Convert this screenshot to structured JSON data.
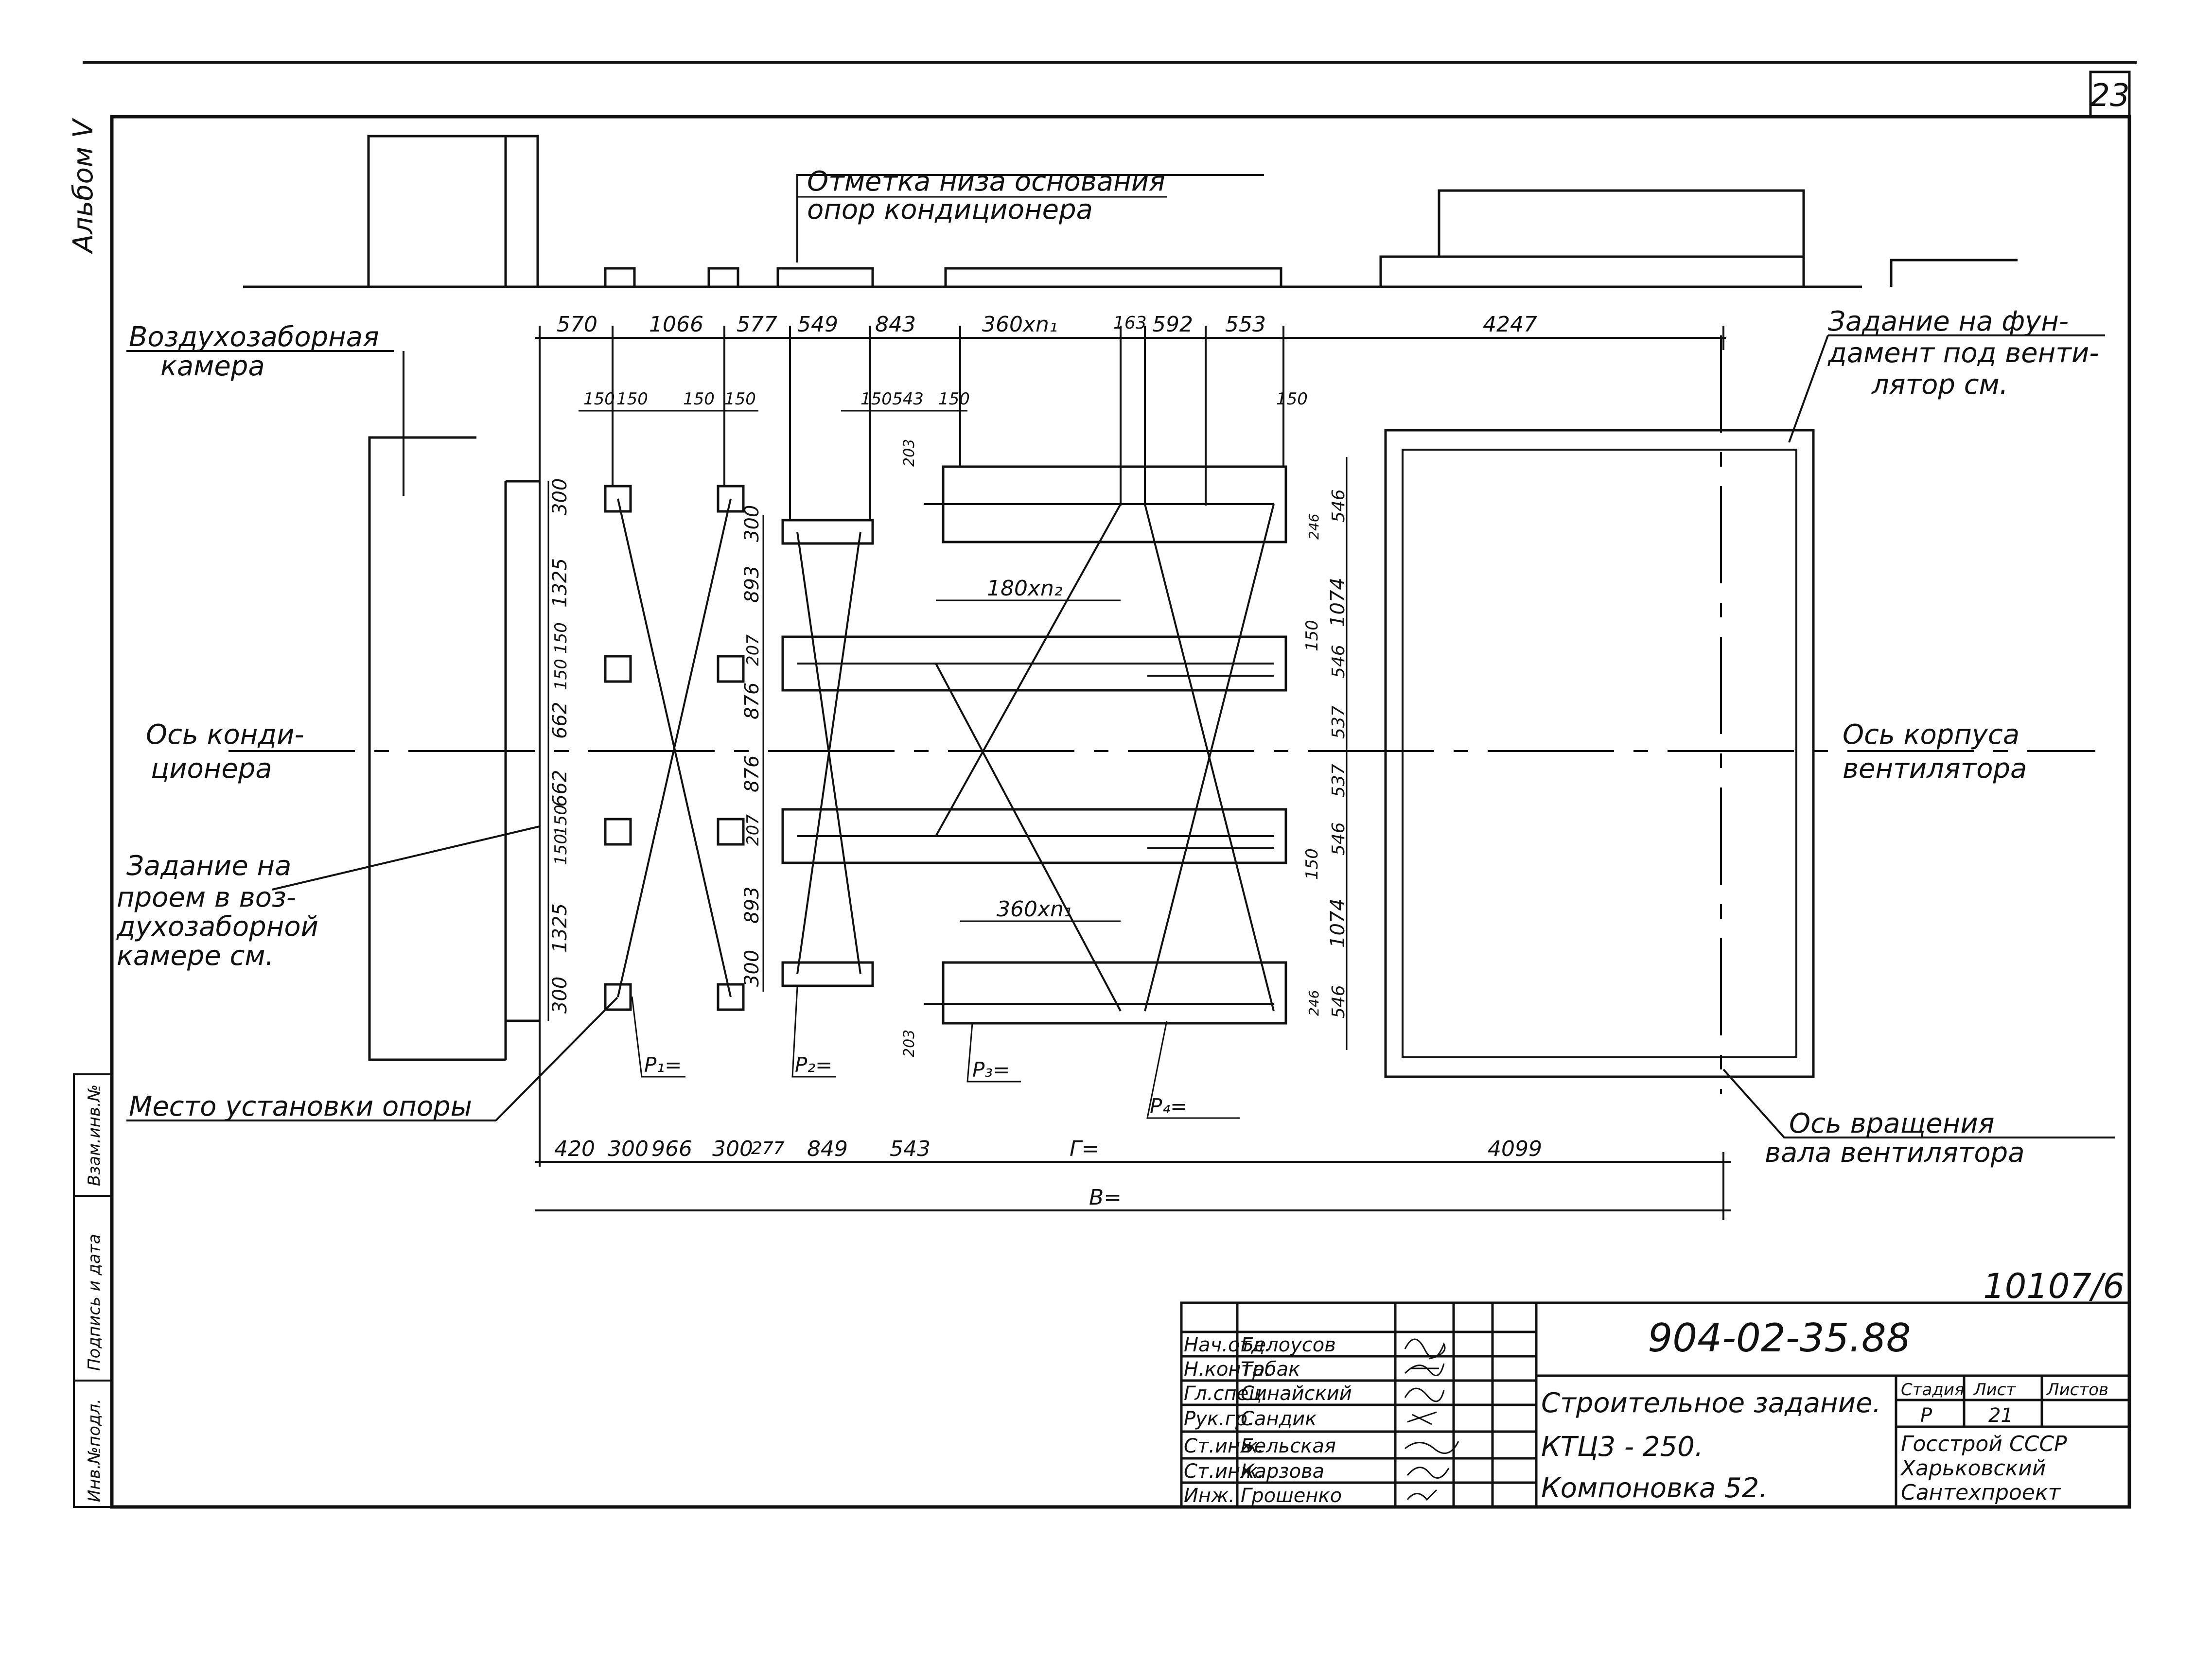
{
  "sheet_number": "23",
  "album": "Альбом V",
  "drawing_ref": "10107/6",
  "notes": {
    "support_base_1": "Отметка низа основания",
    "support_base_2": "опор кондиционера",
    "air_intake_1": "Воздухозаборная",
    "air_intake_2": "камера",
    "fan_foundation_1": "Задание на фун-",
    "fan_foundation_2": "дамент под венти-",
    "fan_foundation_3": "лятор см.",
    "ac_axis_1": "Ось конди-",
    "ac_axis_2": "ционера",
    "fan_axis_1": "Ось корпуса",
    "fan_axis_2": "вентилятора",
    "opening_1": "Задание на",
    "opening_2": "проем в воз-",
    "opening_3": "духозаборной",
    "opening_4": "камере см.",
    "support_place": "Место установки опоры",
    "rotation_axis_1": "Ось вращения",
    "rotation_axis_2": "вала вентилятора"
  },
  "dims": {
    "top": [
      "570",
      "1066",
      "577",
      "549",
      "843",
      "360xn₁",
      "163",
      "592",
      "553",
      "4247"
    ],
    "sub150": "150",
    "d543": "543",
    "bottom": [
      "420",
      "300",
      "966",
      "300",
      "277",
      "849",
      "543",
      "Г=",
      "4099"
    ],
    "overall": "В=",
    "left_vert": [
      "300",
      "1325",
      "150",
      "150",
      "662",
      "662",
      "150",
      "150",
      "1325",
      "300"
    ],
    "mid_vert": [
      "300",
      "893",
      "207",
      "876",
      "876",
      "207",
      "893",
      "300"
    ],
    "right_vert": [
      "546",
      "1074",
      "150",
      "546",
      "537",
      "537",
      "546",
      "150",
      "1074",
      "546"
    ],
    "r246": "246",
    "d203": "203",
    "step180": "180xn₂",
    "step360": "360xn₁",
    "p_labels": [
      "P₁=",
      "P₂=",
      "P₃=",
      "P₄="
    ]
  },
  "title_block": {
    "code": "904-02-35.88",
    "roles": [
      "Нач.отд.",
      "Н.контр.",
      "Гл.спец.",
      "Рук.гр.",
      "Ст.инж.",
      "Ст.инж.",
      "Инж."
    ],
    "names": [
      "Белоусов",
      "Табак",
      "Синайский",
      "Сандик",
      "Бельская",
      "Карзова",
      "Грошенко"
    ],
    "description_1": "Строительное задание.",
    "description_2": "КТЦ3 - 250.",
    "description_3": "Компоновка 52.",
    "stage_label": "Стадия",
    "sheet_label": "Лист",
    "sheets_label": "Листов",
    "stage": "Р",
    "sheet": "21",
    "org_1": "Госстрой СССР",
    "org_2": "Харьковский",
    "org_3": "Сантехпроект"
  },
  "side_stamp": {
    "inv_no": "Инв.№подл.",
    "signature_date": "Подпись и дата",
    "replace_inv": "Взам.инв.№"
  }
}
